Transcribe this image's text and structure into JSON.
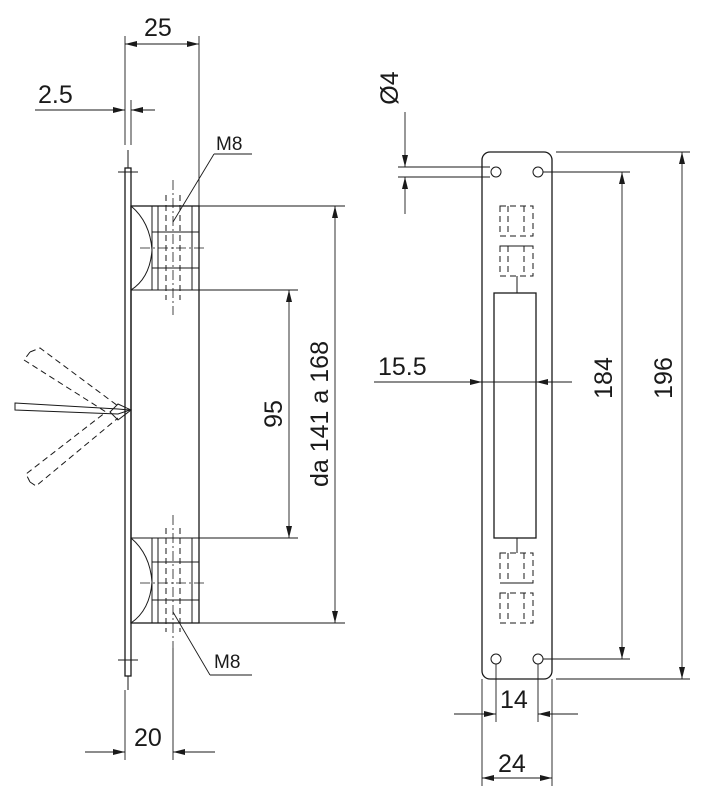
{
  "dimensions": {
    "plate_thickness": "2.5",
    "body_width": "25",
    "base_width": "20",
    "thread_top": "M8",
    "thread_bottom": "M8",
    "center_gap": "95",
    "fixing_range": "da 141 a 168",
    "hole_diameter": "Ø4",
    "slot_offset": "15.5",
    "hole_pitch": "184",
    "plate_length": "196",
    "hole_spacing": "14",
    "plate_width": "24"
  }
}
